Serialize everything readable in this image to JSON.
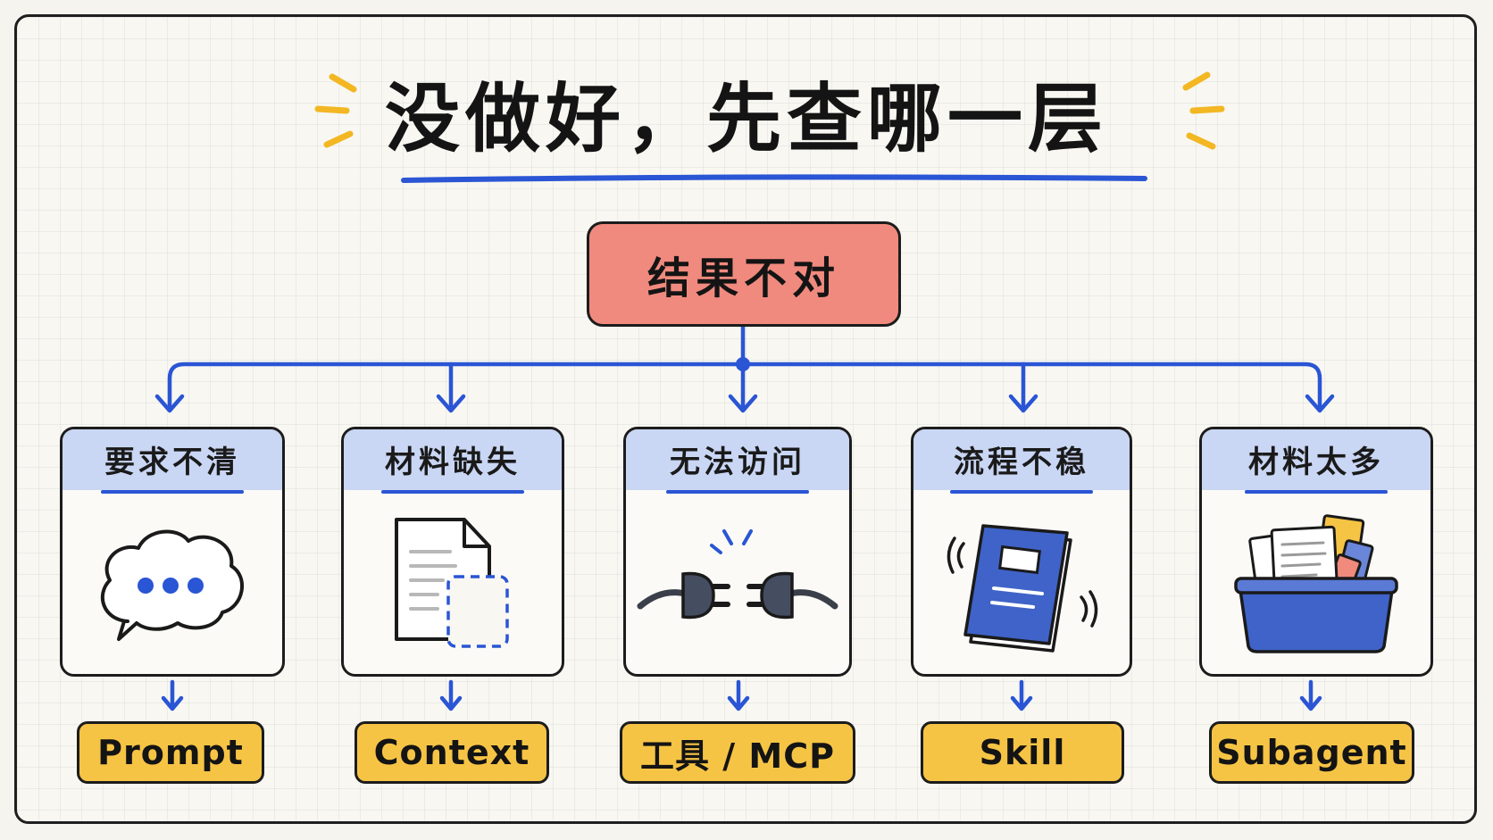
{
  "title": "没做好，先查哪一层",
  "root": {
    "label": "结果不对"
  },
  "branches": [
    {
      "label": "要求不清",
      "icon": "speech-bubble-icon",
      "tag": "Prompt"
    },
    {
      "label": "材料缺失",
      "icon": "missing-document-icon",
      "tag": "Context"
    },
    {
      "label": "无法访问",
      "icon": "unplugged-connector-icon",
      "tag": "工具 / MCP"
    },
    {
      "label": "流程不稳",
      "icon": "shaky-book-icon",
      "tag": "Skill"
    },
    {
      "label": "材料太多",
      "icon": "overflowing-box-icon",
      "tag": "Subagent"
    }
  ],
  "colors": {
    "root_fill": "#f08a7e",
    "card_header": "#c9d6f4",
    "tag_fill": "#f6c445",
    "connector": "#2a55d4",
    "accent_marks": "#f2b722"
  }
}
